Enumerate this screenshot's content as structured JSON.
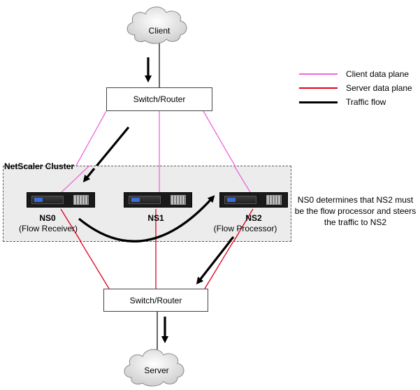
{
  "diagram": {
    "client_label": "Client",
    "server_label": "Server",
    "switch_top_label": "Switch/Router",
    "switch_bottom_label": "Switch/Router",
    "cluster_label": "NetScaler Cluster",
    "nodes": [
      {
        "name": "NS0",
        "role": "(Flow Receiver)"
      },
      {
        "name": "NS1",
        "role": ""
      },
      {
        "name": "NS2",
        "role": "(Flow Processor)"
      }
    ],
    "note": "NS0 determines that NS2 must be the flow processor and steers the traffic to NS2",
    "legend": [
      {
        "label": "Client data plane",
        "color": "#ee66dd"
      },
      {
        "label": "Server data plane",
        "color": "#e0001b"
      },
      {
        "label": "Traffic flow",
        "color": "#000000"
      }
    ]
  }
}
